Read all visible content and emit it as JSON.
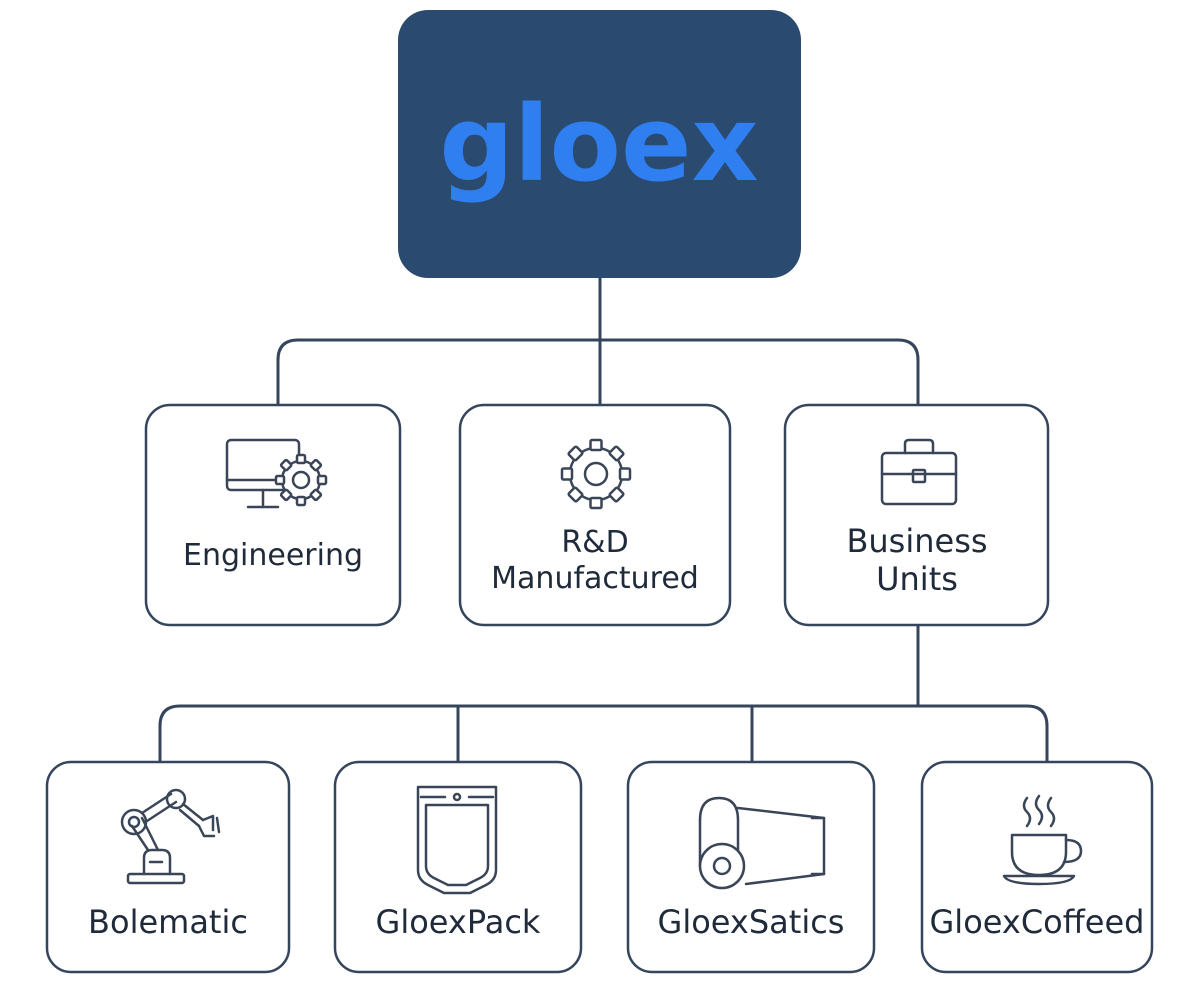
{
  "colors": {
    "root_fill": "#2b4a70",
    "logo_blue": "#2f7ff0",
    "box_stroke": "#34455c",
    "line": "#34455c",
    "text": "#1f2a3a",
    "icon_stroke": "#3a4658",
    "background": "#ffffff"
  },
  "root": {
    "logo": "gloex"
  },
  "level1": [
    {
      "id": "engineering",
      "lines": [
        "Engineering"
      ],
      "icon": "monitor-gear-icon"
    },
    {
      "id": "rd-manufactured",
      "lines": [
        "R&D",
        "Manufactured"
      ],
      "icon": "gear-icon"
    },
    {
      "id": "business-units",
      "lines": [
        "Business",
        "Units"
      ],
      "icon": "briefcase-icon"
    }
  ],
  "level2": [
    {
      "id": "bolematic",
      "lines": [
        "Bolematic"
      ],
      "icon": "robot-arm-icon"
    },
    {
      "id": "gloexpack",
      "lines": [
        "GloexPack"
      ],
      "icon": "pouch-icon"
    },
    {
      "id": "gloexsatics",
      "lines": [
        "GloexSatics"
      ],
      "icon": "film-roll-icon"
    },
    {
      "id": "gloexcoffeed",
      "lines": [
        "GloexCoffeed"
      ],
      "icon": "coffee-cup-icon"
    }
  ]
}
